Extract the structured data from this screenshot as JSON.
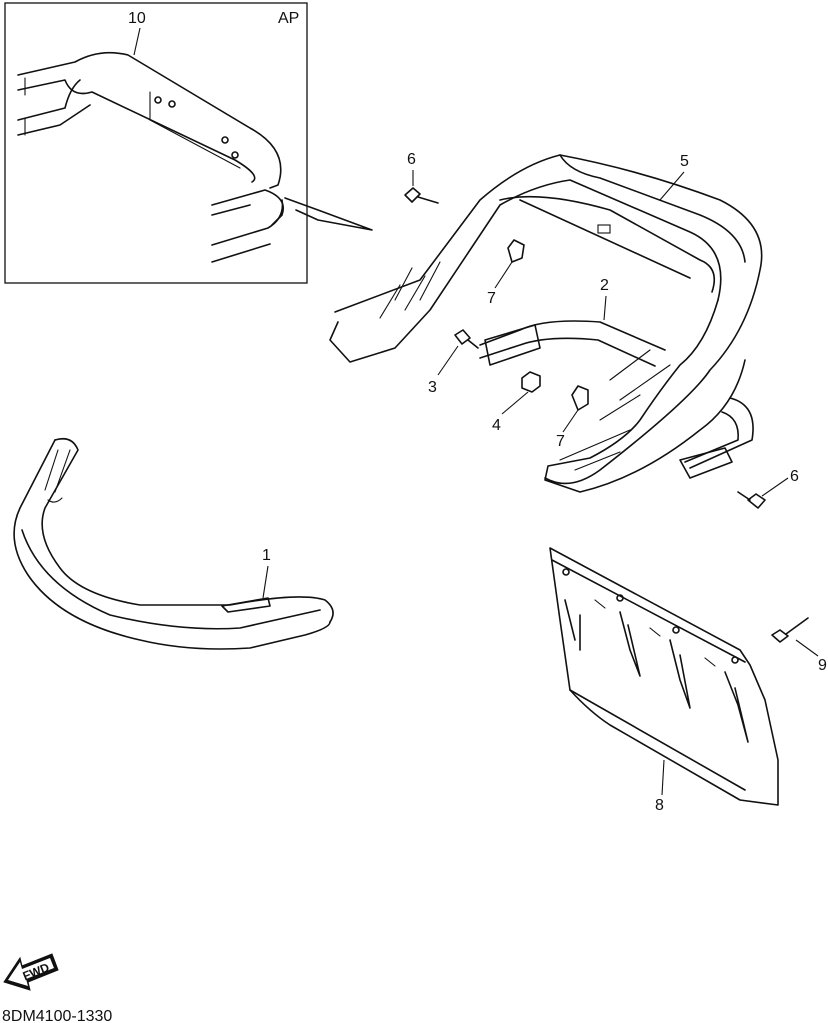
{
  "inset": {
    "title": "AP"
  },
  "fwd": {
    "label": "FWD"
  },
  "footer": {
    "code": "8DM4100-1330"
  },
  "callouts": {
    "c10": "10",
    "c6a": "6",
    "c5": "5",
    "c7a": "7",
    "c2": "2",
    "c3": "3",
    "c4": "4",
    "c7b": "7",
    "c6b": "6",
    "c1": "1",
    "c9": "9",
    "c8": "8"
  }
}
